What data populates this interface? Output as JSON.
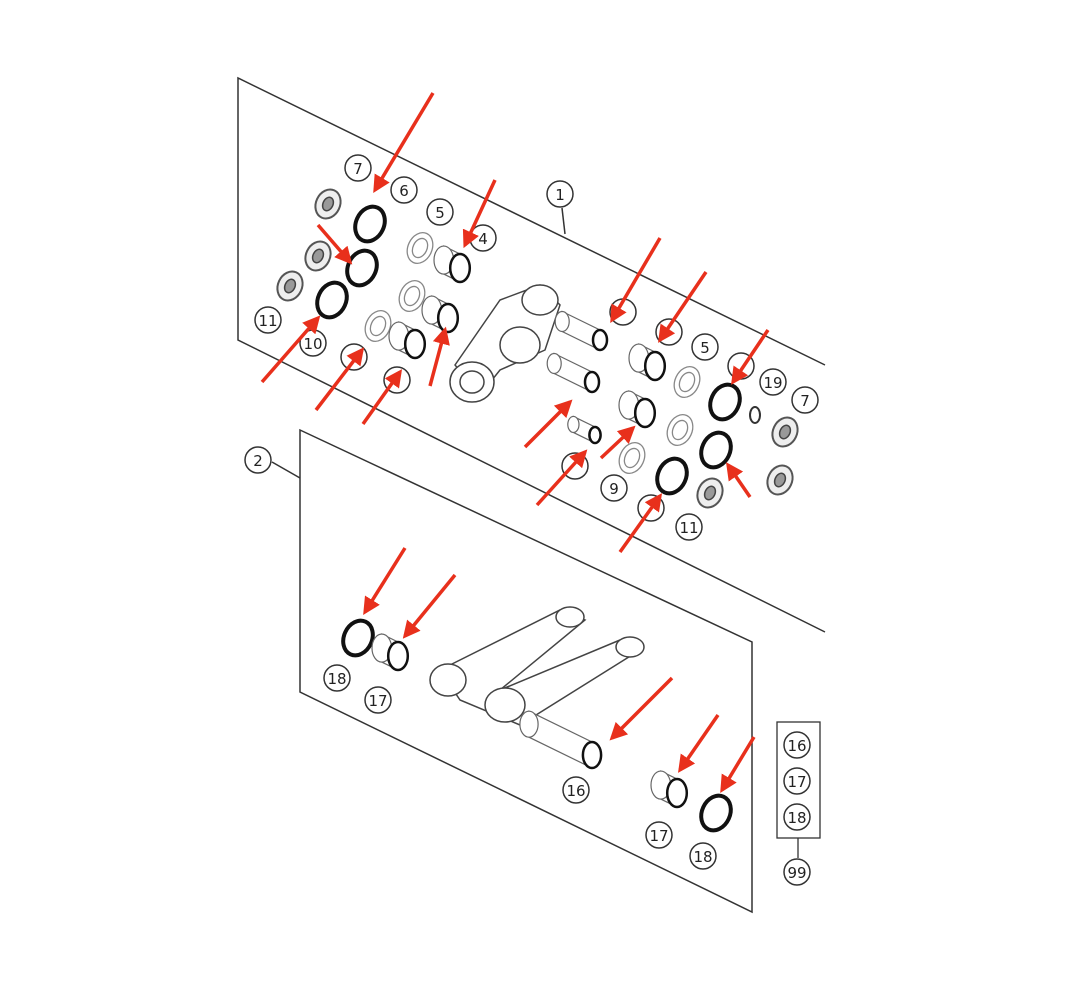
{
  "diagram": {
    "panel_1": {
      "label": "1",
      "callouts": [
        "7",
        "6",
        "5",
        "4",
        "11",
        "10",
        "",
        "",
        "",
        "",
        "5",
        "",
        "19",
        "7",
        "",
        "9",
        "",
        "11"
      ]
    },
    "panel_2": {
      "label": "2",
      "callouts": [
        "18",
        "17",
        "16",
        "17",
        "18"
      ]
    },
    "kit_box": {
      "items": [
        "16",
        "17",
        "18"
      ],
      "label": "99"
    },
    "colors": {
      "arrow": "#e8301c",
      "line": "#333333"
    }
  }
}
